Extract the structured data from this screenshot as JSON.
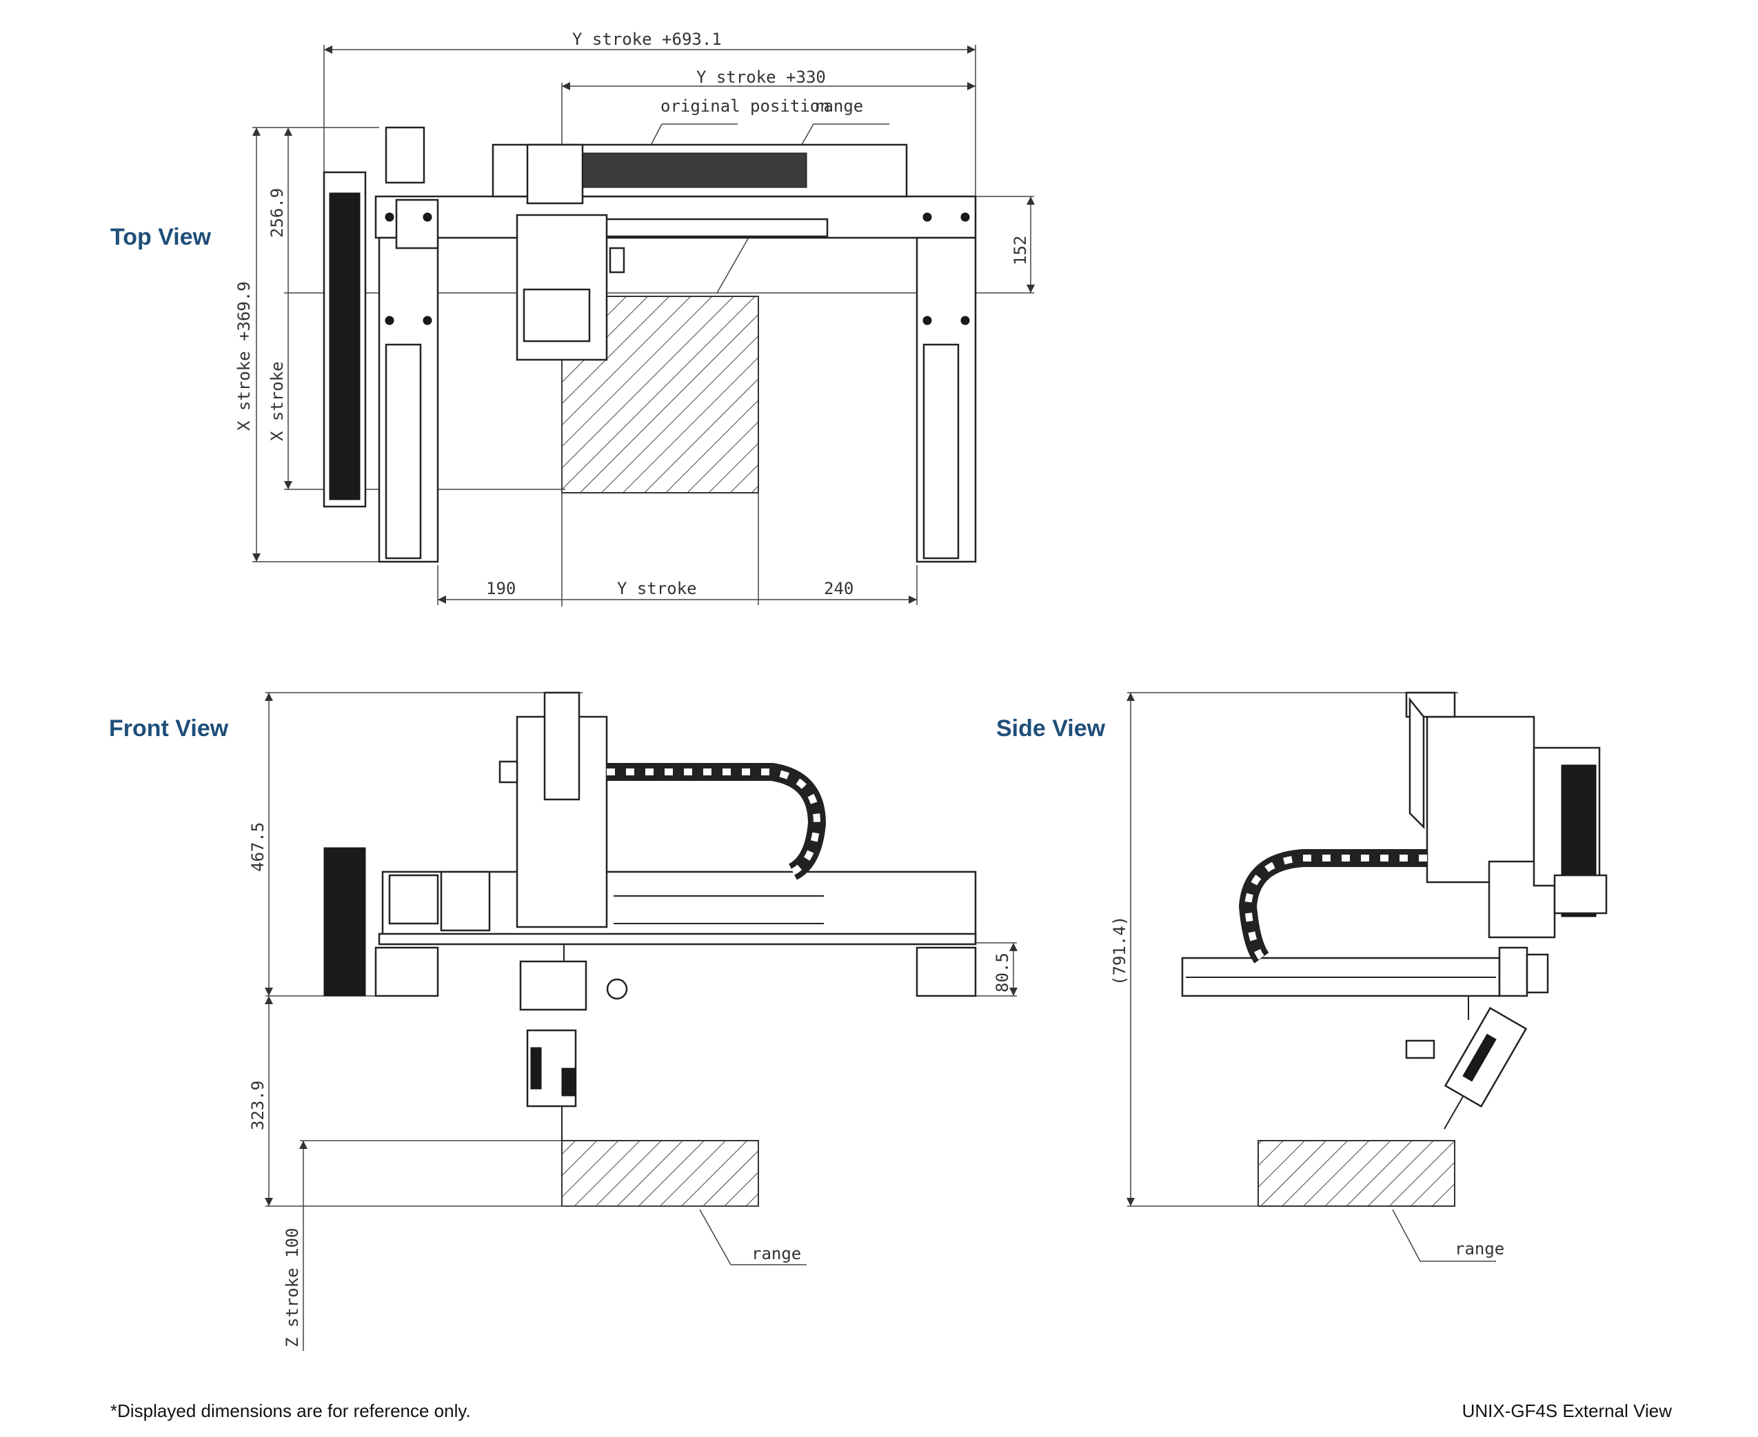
{
  "views": {
    "top": {
      "title": "Top View",
      "dims": {
        "y_stroke_total": "Y stroke +693.1",
        "y_stroke_330": "Y stroke +330",
        "original_position": "original position",
        "range": "range",
        "x_stroke_total": "X stroke +369.9",
        "x_stroke": "X stroke",
        "d_256": "256.9",
        "d_152": "152",
        "d_190": "190",
        "y_stroke": "Y stroke",
        "d_240": "240"
      }
    },
    "front": {
      "title": "Front View",
      "dims": {
        "d_467": "467.5",
        "d_80": "80.5",
        "d_323": "323.9",
        "z_stroke": "Z stroke 100",
        "range": "range"
      }
    },
    "side": {
      "title": "Side View",
      "dims": {
        "d_791": "(791.4)",
        "range": "range"
      }
    }
  },
  "footer": {
    "disclaimer": "*Displayed dimensions are for reference only.",
    "model": "UNIX-GF4S External View"
  }
}
